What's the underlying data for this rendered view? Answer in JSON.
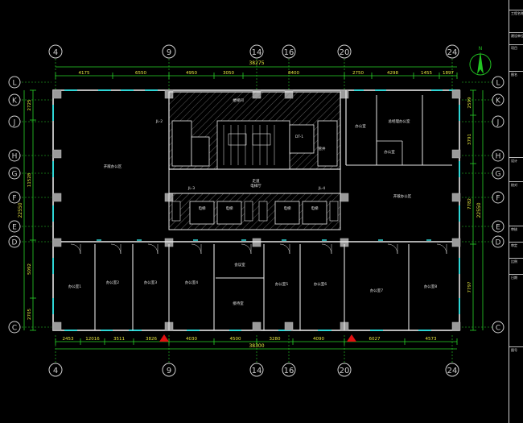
{
  "drawing": {
    "colors": {
      "background": "#000000",
      "grid_circle": "#cfcfcf",
      "dimension": "#28d428",
      "dimension_text": "#e8e840",
      "wall": "#e6e6e6",
      "column": "#9a9a9a",
      "window": "#2fd6d6",
      "core_hatch": "#777777",
      "marker": "#e01010",
      "north": "#22c422"
    },
    "axes_top": [
      {
        "id": "4",
        "label": "4"
      },
      {
        "id": "9",
        "label": "9"
      },
      {
        "id": "14",
        "label": "14"
      },
      {
        "id": "16",
        "label": "16"
      },
      {
        "id": "20",
        "label": "20"
      },
      {
        "id": "24",
        "label": "24"
      }
    ],
    "axes_bottom": [
      {
        "id": "4",
        "label": "4"
      },
      {
        "id": "9",
        "label": "9"
      },
      {
        "id": "14",
        "label": "14"
      },
      {
        "id": "16",
        "label": "16"
      },
      {
        "id": "20",
        "label": "20"
      },
      {
        "id": "24",
        "label": "24"
      }
    ],
    "axes_side": [
      {
        "id": "L",
        "label": "L"
      },
      {
        "id": "K",
        "label": "K"
      },
      {
        "id": "J",
        "label": "J"
      },
      {
        "id": "H",
        "label": "H"
      },
      {
        "id": "G",
        "label": "G"
      },
      {
        "id": "F",
        "label": "F"
      },
      {
        "id": "E",
        "label": "E"
      },
      {
        "id": "D",
        "label": "D"
      },
      {
        "id": "C",
        "label": "C"
      }
    ],
    "dims_top_total": "38275",
    "dims_top": [
      "4175",
      "6550",
      "4950",
      "3050",
      "8400",
      "2750",
      "4298",
      "1455",
      "1897"
    ],
    "dims_bottom_total": "38300",
    "dims_bottom": [
      "2453",
      "12016",
      "3511",
      "3826",
      "4030",
      "4500",
      "3280",
      "4090",
      "6027",
      "4573"
    ],
    "dims_left_outer": "22550",
    "dims_left_inner": [
      "2725",
      "11528",
      "5092",
      "2705"
    ],
    "dims_right_outer": "22550",
    "dims_right_inner": [
      "2599",
      "3791",
      "7782",
      "7797"
    ],
    "rooms": [
      {
        "id": "open-office-north",
        "label": "开敞办公区"
      },
      {
        "id": "open-office-east",
        "label": "开敞办公区"
      },
      {
        "id": "corridor",
        "label": "走道"
      },
      {
        "id": "office-1",
        "label": "办公室1"
      },
      {
        "id": "office-2",
        "label": "办公室2"
      },
      {
        "id": "office-3",
        "label": "办公室3"
      },
      {
        "id": "office-4",
        "label": "办公室4"
      },
      {
        "id": "office-5",
        "label": "办公室5"
      },
      {
        "id": "office-6",
        "label": "办公室6"
      },
      {
        "id": "office-7",
        "label": "办公室7"
      },
      {
        "id": "office-8",
        "label": "办公室8"
      },
      {
        "id": "meeting",
        "label": "会议室"
      },
      {
        "id": "reception",
        "label": "接待室"
      },
      {
        "id": "office-ne",
        "label": "办公室"
      },
      {
        "id": "manager",
        "label": "总经理办公室"
      },
      {
        "id": "small-office",
        "label": "办公室"
      },
      {
        "id": "stair",
        "label": "楼梯间"
      },
      {
        "id": "elevator-hall",
        "label": "电梯厅"
      },
      {
        "id": "shaft",
        "label": "管井"
      },
      {
        "id": "elev-1",
        "label": "电梯"
      },
      {
        "id": "elev-2",
        "label": "电梯"
      },
      {
        "id": "elev-3",
        "label": "电梯"
      },
      {
        "id": "elev-4",
        "label": "电梯"
      }
    ],
    "section_tags": [
      "JL-2",
      "JL-3",
      "JL-4",
      "DT-1"
    ],
    "north_label": "N",
    "title_block": [
      "工程名称",
      "建设单位",
      "项目",
      "图名",
      "设计",
      "校对",
      "审核",
      "审定",
      "比例",
      "日期",
      "图号"
    ]
  }
}
